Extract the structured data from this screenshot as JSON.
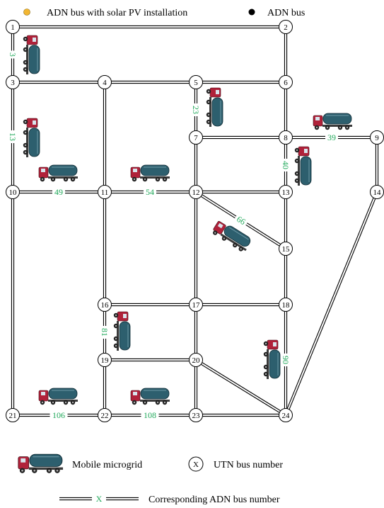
{
  "legend": {
    "solar_bus": "ADN bus with solar PV installation",
    "adn_bus": "ADN bus",
    "mobile_microgrid": "Mobile microgrid",
    "utn_symbol": "X",
    "utn_bus_number": "UTN bus number",
    "line_symbol": "X",
    "corresponding_adn": "Corresponding ADN bus number"
  },
  "colors": {
    "solar_dot": "#f2b632",
    "adn_dot": "#000000",
    "label_green": "#20a85a",
    "truck_cab": "#b0223a",
    "truck_tank": "#2d5f6e"
  },
  "nodes": [
    "1",
    "2",
    "3",
    "4",
    "5",
    "6",
    "7",
    "8",
    "9",
    "10",
    "11",
    "12",
    "13",
    "14",
    "15",
    "16",
    "17",
    "18",
    "19",
    "20",
    "21",
    "22",
    "23",
    "24"
  ],
  "edges": [
    {
      "from": "1",
      "to": "2",
      "label": ""
    },
    {
      "from": "1",
      "to": "3",
      "label": "3"
    },
    {
      "from": "2",
      "to": "6",
      "label": ""
    },
    {
      "from": "3",
      "to": "4",
      "label": ""
    },
    {
      "from": "4",
      "to": "5",
      "label": ""
    },
    {
      "from": "5",
      "to": "6",
      "label": ""
    },
    {
      "from": "5",
      "to": "7",
      "label": "23"
    },
    {
      "from": "6",
      "to": "8",
      "label": ""
    },
    {
      "from": "7",
      "to": "8",
      "label": ""
    },
    {
      "from": "8",
      "to": "9",
      "label": "39"
    },
    {
      "from": "8",
      "to": "13",
      "label": "40"
    },
    {
      "from": "9",
      "to": "14",
      "label": ""
    },
    {
      "from": "3",
      "to": "10",
      "label": "13"
    },
    {
      "from": "4",
      "to": "11",
      "label": ""
    },
    {
      "from": "7",
      "to": "12",
      "label": ""
    },
    {
      "from": "10",
      "to": "11",
      "label": "49"
    },
    {
      "from": "11",
      "to": "12",
      "label": "54"
    },
    {
      "from": "12",
      "to": "13",
      "label": ""
    },
    {
      "from": "12",
      "to": "15",
      "label": "66"
    },
    {
      "from": "13",
      "to": "15",
      "label": ""
    },
    {
      "from": "10",
      "to": "21",
      "label": ""
    },
    {
      "from": "11",
      "to": "16",
      "label": ""
    },
    {
      "from": "12",
      "to": "17",
      "label": ""
    },
    {
      "from": "15",
      "to": "18",
      "label": ""
    },
    {
      "from": "14",
      "to": "24",
      "label": ""
    },
    {
      "from": "16",
      "to": "17",
      "label": ""
    },
    {
      "from": "17",
      "to": "18",
      "label": ""
    },
    {
      "from": "16",
      "to": "19",
      "label": "81"
    },
    {
      "from": "17",
      "to": "20",
      "label": ""
    },
    {
      "from": "18",
      "to": "24",
      "label": "90"
    },
    {
      "from": "19",
      "to": "20",
      "label": ""
    },
    {
      "from": "19",
      "to": "22",
      "label": ""
    },
    {
      "from": "20",
      "to": "23",
      "label": ""
    },
    {
      "from": "20",
      "to": "24",
      "label": ""
    },
    {
      "from": "21",
      "to": "22",
      "label": "106"
    },
    {
      "from": "22",
      "to": "23",
      "label": "108"
    },
    {
      "from": "23",
      "to": "24",
      "label": ""
    }
  ],
  "trucks": [
    {
      "id": "truck-1-3"
    },
    {
      "id": "truck-3-10"
    },
    {
      "id": "truck-5-7"
    },
    {
      "id": "truck-8-9"
    },
    {
      "id": "truck-8-13"
    },
    {
      "id": "truck-10-11"
    },
    {
      "id": "truck-11-12"
    },
    {
      "id": "truck-12-15"
    },
    {
      "id": "truck-16-19"
    },
    {
      "id": "truck-18-24"
    },
    {
      "id": "truck-21-22"
    },
    {
      "id": "truck-22-23"
    },
    {
      "id": "truck-legend"
    }
  ]
}
